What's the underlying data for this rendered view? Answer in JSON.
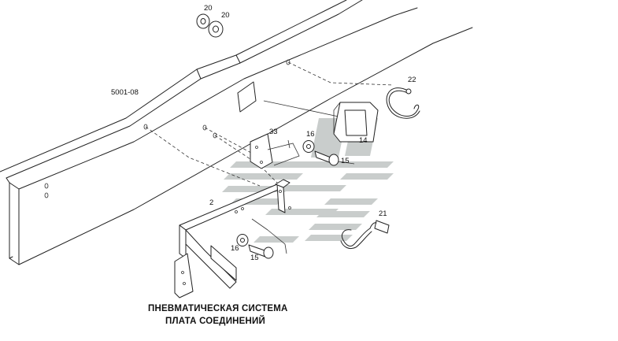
{
  "title": {
    "line1": "ПНЕВМАТИЧЕСКАЯ СИСТЕМА",
    "line2": "ПЛАТА СОЕДИНЕНИЙ"
  },
  "ref_label": "5001-08",
  "callouts": {
    "nut_a": "20",
    "nut_b": "20",
    "clamp_top": "22",
    "bracket_small": "33",
    "washer_upper": "16",
    "grommet": "14",
    "bolt_upper": "15",
    "bracket_main": "2",
    "hose": "21",
    "washer_lower": "16",
    "bolt_lower": "15"
  },
  "colors": {
    "line": "#222222",
    "watermark": "#c9cdcc",
    "background": "#ffffff"
  }
}
